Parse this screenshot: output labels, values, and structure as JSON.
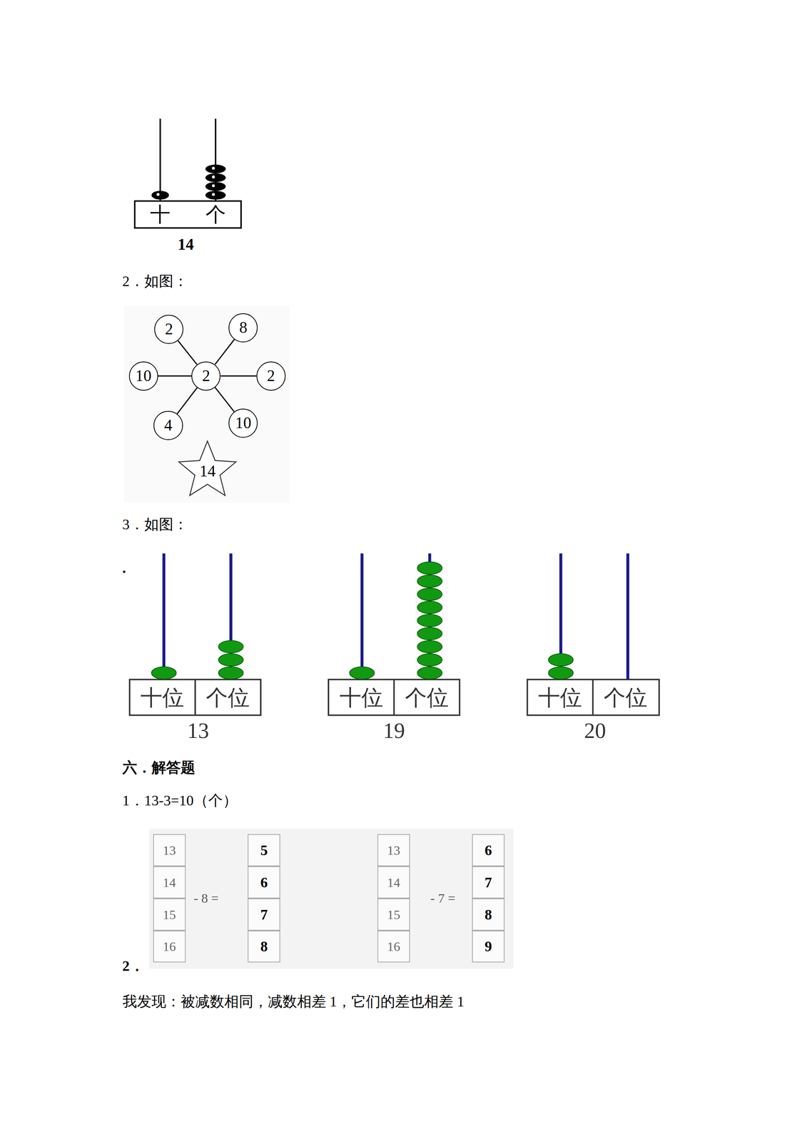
{
  "diagram": {
    "nodes": [
      {
        "text": [
          "十"
        ]
      },
      {
        "text": [
          "个"
        ]
      },
      {
        "text": [
          "2"
        ]
      },
      {
        "text": [
          "8"
        ]
      },
      {
        "text": [
          "10"
        ]
      },
      {
        "text": [
          "2"
        ]
      },
      {
        "text": [
          "2"
        ]
      },
      {
        "text": [
          "4"
        ]
      },
      {
        "text": [
          "10"
        ]
      },
      {
        "text": [
          "14"
        ]
      },
      {
        "text": [
          "十位"
        ]
      },
      {
        "text": [
          "个位"
        ]
      },
      {
        "text": [
          "十位"
        ]
      },
      {
        "text": [
          "个位"
        ]
      },
      {
        "text": [
          "十位"
        ]
      },
      {
        "text": [
          "个位"
        ]
      },
      {
        "text": [
          "13"
        ]
      },
      {
        "text": [
          "14"
        ]
      },
      {
        "text": [
          "15"
        ]
      },
      {
        "text": [
          "16"
        ]
      },
      {
        "text": [
          "5"
        ]
      },
      {
        "text": [
          "6"
        ]
      },
      {
        "text": [
          "7"
        ]
      },
      {
        "text": [
          "8"
        ]
      },
      {
        "text": [
          "13"
        ]
      },
      {
        "text": [
          "14"
        ]
      },
      {
        "text": [
          "15"
        ]
      },
      {
        "text": [
          "16"
        ]
      },
      {
        "text": [
          "6"
        ]
      },
      {
        "text": [
          "7"
        ]
      },
      {
        "text": [
          "8"
        ]
      },
      {
        "text": [
          "9"
        ]
      }
    ],
    "edges": [
      {
        "from": 5,
        "to": 2,
        "arrow": "none"
      },
      {
        "from": 5,
        "to": 3,
        "arrow": "none"
      },
      {
        "from": 5,
        "to": 4,
        "arrow": "none"
      },
      {
        "from": 5,
        "to": 6,
        "arrow": "none"
      },
      {
        "from": 5,
        "to": 7,
        "arrow": "none"
      },
      {
        "from": 5,
        "to": 8,
        "arrow": "none"
      }
    ],
    "labels": [
      "14",
      "2．如图：",
      "3．如图：",
      ".",
      "13",
      "19",
      "20",
      "六．解答题",
      "1．13-3=10（个）",
      "- 8 =",
      "- 7 =",
      "2．",
      "我发现：被减数相同，减数相差 1，它们的差也相差 1"
    ]
  }
}
